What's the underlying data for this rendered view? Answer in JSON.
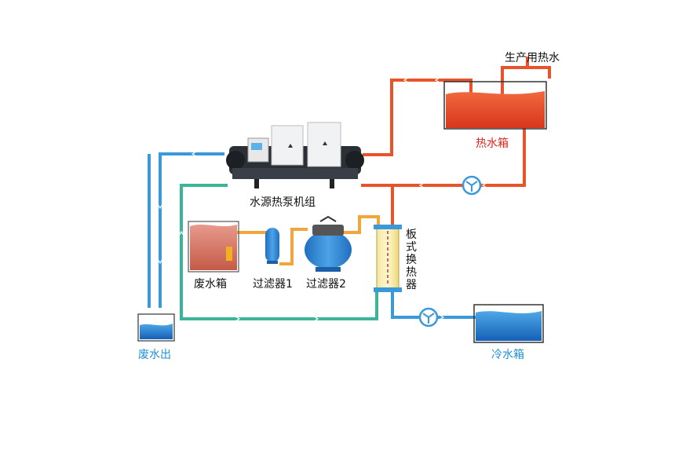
{
  "labels": {
    "hot_water_out": "生产用热水",
    "hot_tank": "热水箱",
    "heat_pump_unit": "水源热泵机组",
    "waste_tank": "废水箱",
    "filter1": "过滤器1",
    "filter2": "过滤器2",
    "plate_exchanger_chars": [
      "板",
      "式",
      "换",
      "热",
      "器"
    ],
    "waste_out": "废水出",
    "cold_tank": "冷水箱"
  },
  "colors": {
    "hot_pipe": "#e8532a",
    "cold_pipe": "#3a9ad9",
    "green_pipe": "#3bb59a",
    "orange_pipe": "#f2a53a",
    "hot_water": "#e84a2a",
    "cold_water": "#1f7fd0",
    "waste_water": "#d9776a",
    "label_red": "#e2231a",
    "label_blue": "#1e90d8"
  }
}
